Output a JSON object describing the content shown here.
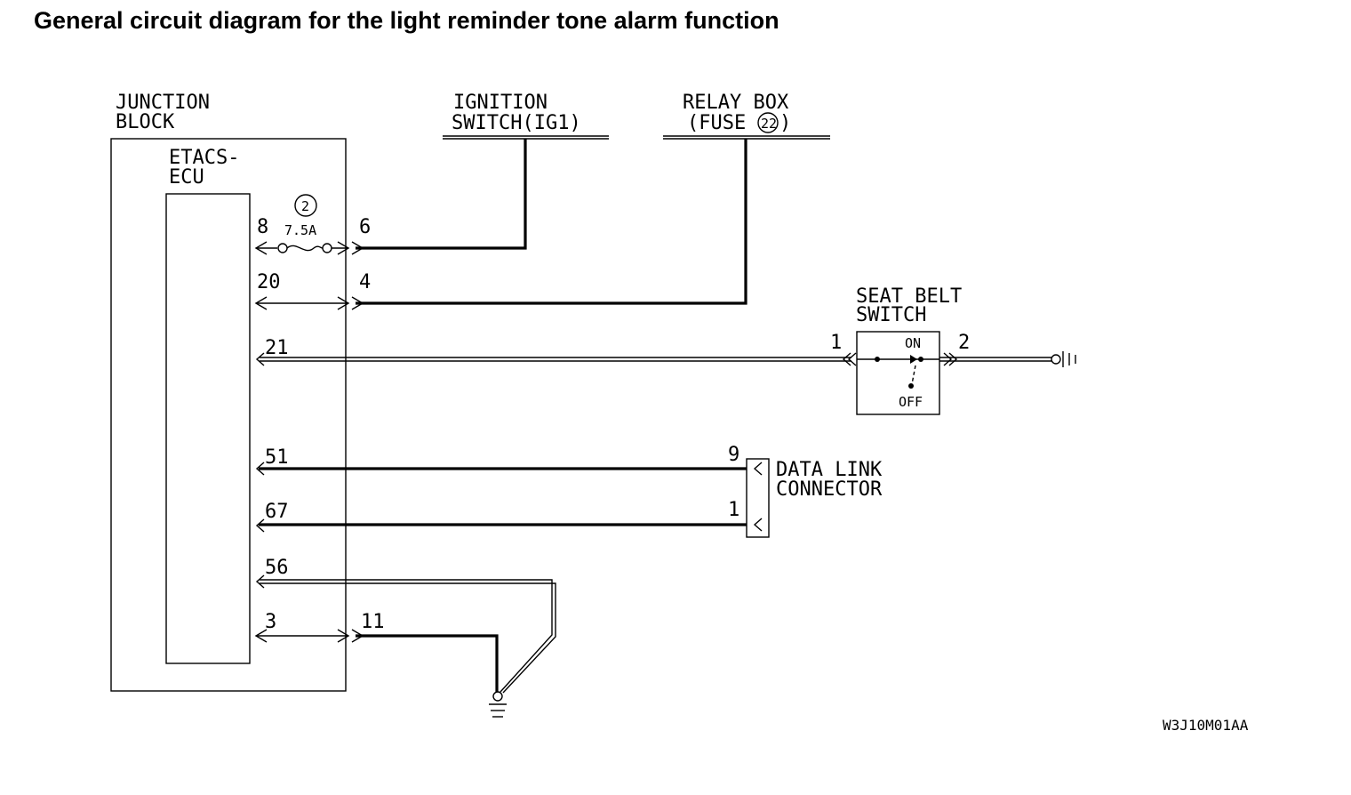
{
  "title": "General circuit diagram for the light reminder tone alarm function",
  "labels": {
    "junction_block": [
      "JUNCTION",
      "BLOCK"
    ],
    "etacs_ecu": [
      "ETACS-",
      "ECU"
    ],
    "ignition_switch": [
      "IGNITION",
      "SWITCH(IG1)"
    ],
    "relay_box": [
      "RELAY BOX",
      "(FUSE",
      ")"
    ],
    "relay_fuse_number": "22",
    "seat_belt_switch": [
      "SEAT BELT",
      "SWITCH"
    ],
    "data_link_connector": [
      "DATA LINK",
      "CONNECTOR"
    ],
    "fuse_number": "2",
    "fuse_rating": "7.5A",
    "switch_on": "ON",
    "switch_off": "OFF",
    "figure_code": "W3J10M01AA"
  },
  "pins": {
    "ecu_8": "8",
    "jb_6": "6",
    "ecu_20": "20",
    "jb_4": "4",
    "ecu_21": "21",
    "seat_1": "1",
    "seat_2": "2",
    "ecu_51": "51",
    "dlc_9": "9",
    "ecu_67": "67",
    "dlc_1": "1",
    "ecu_56": "56",
    "ecu_3": "3",
    "jb_11": "11"
  }
}
